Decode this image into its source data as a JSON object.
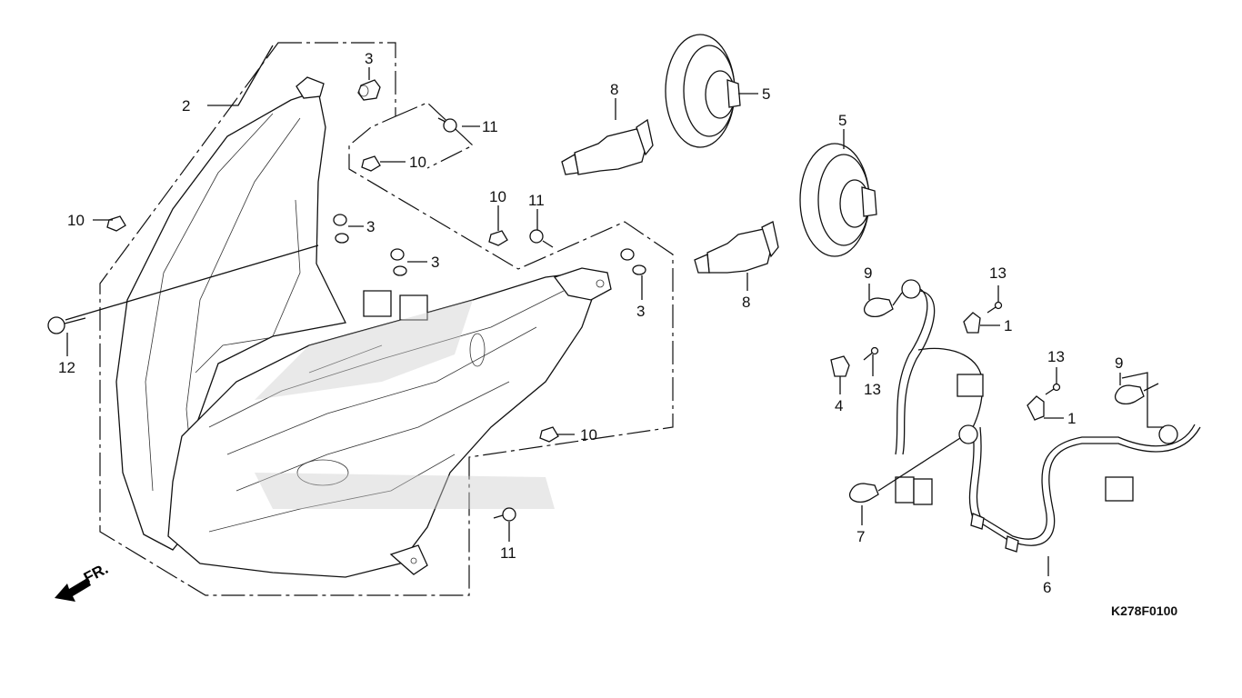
{
  "diagram": {
    "title": "Headlight exploded parts diagram",
    "diagram_code": "K278F0100",
    "direction_indicator": "FR.",
    "callouts": [
      {
        "id": "c2",
        "number": "2"
      },
      {
        "id": "c3a",
        "number": "3"
      },
      {
        "id": "c11a",
        "number": "11"
      },
      {
        "id": "c10a",
        "number": "10"
      },
      {
        "id": "c8a",
        "number": "8"
      },
      {
        "id": "c5a",
        "number": "5"
      },
      {
        "id": "c5b",
        "number": "5"
      },
      {
        "id": "c10b",
        "number": "10"
      },
      {
        "id": "c3b",
        "number": "3"
      },
      {
        "id": "c3c",
        "number": "3"
      },
      {
        "id": "c10c",
        "number": "10"
      },
      {
        "id": "c11b",
        "number": "11"
      },
      {
        "id": "c3d",
        "number": "3"
      },
      {
        "id": "c8b",
        "number": "8"
      },
      {
        "id": "c12",
        "number": "12"
      },
      {
        "id": "c9a",
        "number": "9"
      },
      {
        "id": "c13a",
        "number": "13"
      },
      {
        "id": "c1a",
        "number": "1"
      },
      {
        "id": "c4",
        "number": "4"
      },
      {
        "id": "c13b",
        "number": "13"
      },
      {
        "id": "c13c",
        "number": "13"
      },
      {
        "id": "c9b",
        "number": "9"
      },
      {
        "id": "c1b",
        "number": "1"
      },
      {
        "id": "c10d",
        "number": "10"
      },
      {
        "id": "c7",
        "number": "7"
      },
      {
        "id": "c11c",
        "number": "11"
      },
      {
        "id": "c6",
        "number": "6"
      }
    ]
  }
}
